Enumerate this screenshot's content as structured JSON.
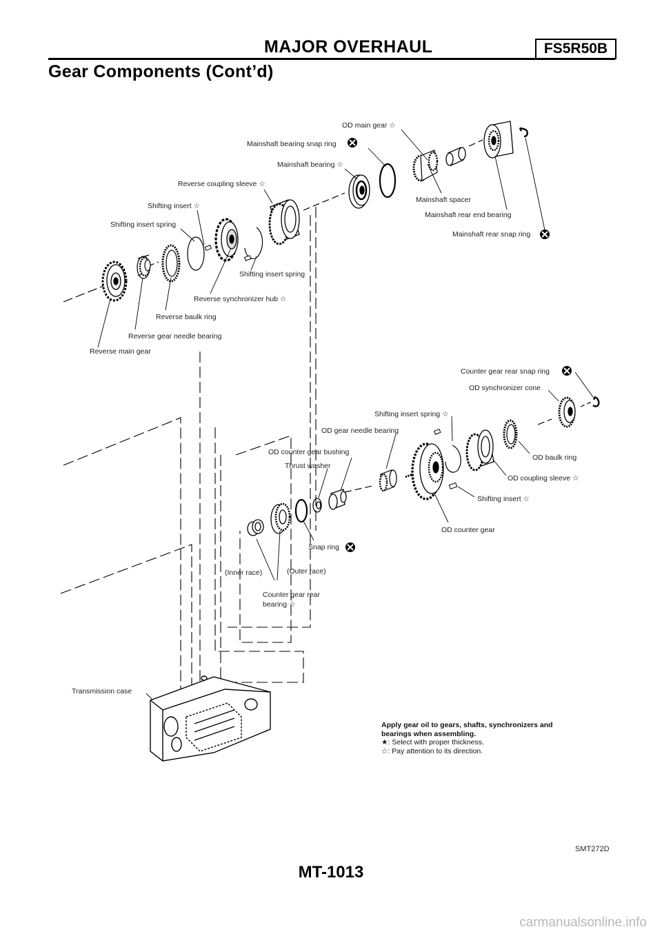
{
  "header": {
    "section_title": "MAJOR OVERHAUL",
    "model_code": "FS5R50B",
    "subtitle": "Gear Components (Cont’d)"
  },
  "labels": {
    "od_main_gear": "OD main gear",
    "mainshaft_bearing_snap_ring": "Mainshaft bearing snap ring",
    "mainshaft_bearing": "Mainshaft bearing",
    "reverse_coupling_sleeve": "Reverse coupling sleeve",
    "shifting_insert_top": "Shifting insert",
    "shifting_insert_spring_top_left": "Shifting insert spring",
    "shifting_insert_spring_top_right": "Shifting insert spring",
    "reverse_synchronizer_hub": "Reverse synchronizer hub",
    "reverse_baulk_ring": "Reverse baulk ring",
    "reverse_gear_needle_bearing": "Reverse gear needle bearing",
    "reverse_main_gear": "Reverse main gear",
    "mainshaft_spacer": "Mainshaft spacer",
    "mainshaft_rear_end_bearing": "Mainshaft rear end bearing",
    "mainshaft_rear_snap_ring": "Mainshaft rear snap ring",
    "counter_gear_rear_snap_ring": "Counter gear rear snap ring",
    "od_synchronizer_cone": "OD synchronizer cone",
    "shifting_insert_spring_lower": "Shifting insert spring",
    "od_gear_needle_bearing": "OD gear needle bearing",
    "od_counter_gear_bushing": "OD counter gear bushing",
    "thrust_washer": "Thrust washer",
    "od_baulk_ring": "OD baulk ring",
    "od_coupling_sleeve": "OD coupling sleeve",
    "shifting_insert_lower": "Shifting insert",
    "od_counter_gear": "OD counter gear",
    "snap_ring": "Snap ring",
    "inner_race": "(Inner race)",
    "outer_race": "(Outer race)",
    "counter_gear_rear_bearing_1": "Counter gear rear",
    "counter_gear_rear_bearing_2": "bearing",
    "transmission_case": "Transmission case"
  },
  "symbols": {
    "direction_star": "☆",
    "thickness_star": "★"
  },
  "notes": {
    "line1": "Apply gear oil to gears, shafts, synchronizers and",
    "line2": "bearings when assembling.",
    "legend_thickness": ": Select with proper thickness.",
    "legend_direction": ": Pay attention to its direction."
  },
  "figure_id": "SMT272D",
  "page_number": "MT-1013",
  "watermark": "carmanualsonline.info"
}
